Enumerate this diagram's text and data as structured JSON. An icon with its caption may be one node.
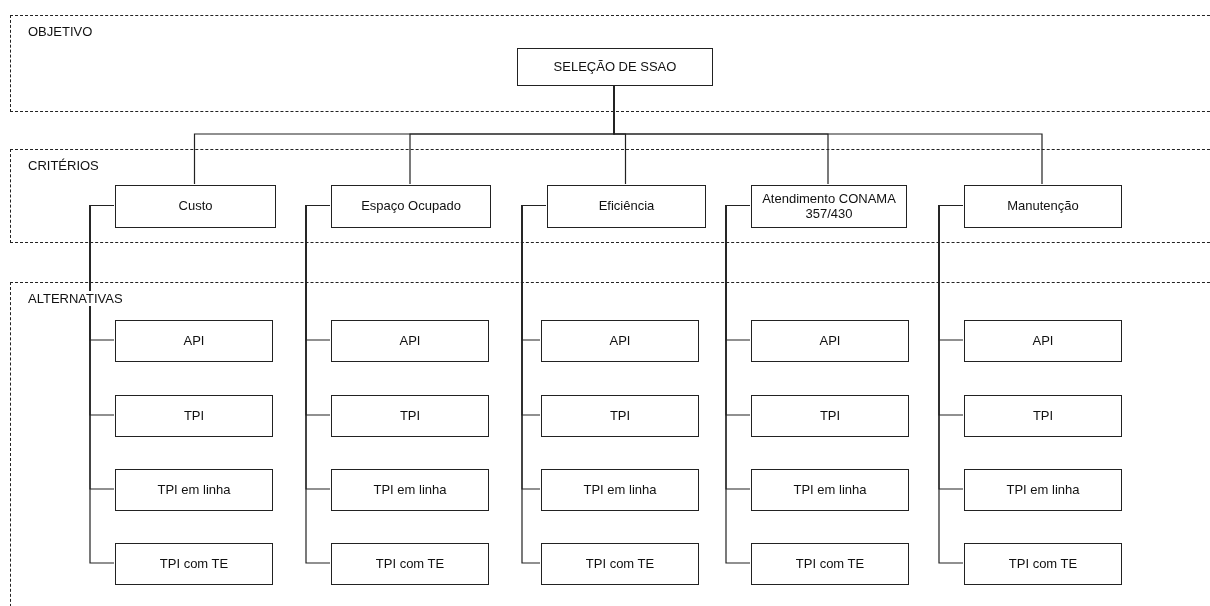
{
  "diagram": {
    "nodes": [
      {
        "text": [
          "OBJETIVO"
        ]
      },
      {
        "text": [
          "SELEÇÃO DE SSAO"
        ],
        "in": 0
      },
      {
        "text": [
          "CRITÉRIOS"
        ]
      },
      {
        "text": [
          "Custo"
        ],
        "in": 2
      },
      {
        "text": [
          "Espaço Ocupado"
        ],
        "in": 2
      },
      {
        "text": [
          "Eficiência"
        ],
        "in": 2
      },
      {
        "text": [
          "Atendimento CONAMA 357/430"
        ],
        "in": 2
      },
      {
        "text": [
          "Manutenção"
        ],
        "in": 2
      },
      {
        "text": [
          "ALTERNATIVAS"
        ]
      },
      {
        "text": [
          "API"
        ],
        "in": 8
      },
      {
        "text": [
          "API"
        ],
        "in": 8
      },
      {
        "text": [
          "API"
        ],
        "in": 8
      },
      {
        "text": [
          "API"
        ],
        "in": 8
      },
      {
        "text": [
          "API"
        ],
        "in": 8
      },
      {
        "text": [
          "TPI"
        ],
        "in": 8
      },
      {
        "text": [
          "TPI"
        ],
        "in": 8
      },
      {
        "text": [
          "TPI"
        ],
        "in": 8
      },
      {
        "text": [
          "TPI"
        ],
        "in": 8
      },
      {
        "text": [
          "TPI"
        ],
        "in": 8
      },
      {
        "text": [
          "TPI em linha"
        ],
        "in": 8
      },
      {
        "text": [
          "TPI em linha"
        ],
        "in": 8
      },
      {
        "text": [
          "TPI em linha"
        ],
        "in": 8
      },
      {
        "text": [
          "TPI em linha"
        ],
        "in": 8
      },
      {
        "text": [
          "TPI em linha"
        ],
        "in": 8
      },
      {
        "text": [
          "TPI com TE"
        ],
        "in": 8
      },
      {
        "text": [
          "TPI com TE"
        ],
        "in": 8
      },
      {
        "text": [
          "TPI com TE"
        ],
        "in": 8
      },
      {
        "text": [
          "TPI com TE"
        ],
        "in": 8
      },
      {
        "text": [
          "TPI com TE"
        ],
        "in": 8
      }
    ],
    "edges": [
      {
        "from": 1,
        "to": 3,
        "arrow": "none"
      },
      {
        "from": 1,
        "to": 4,
        "arrow": "none"
      },
      {
        "from": 1,
        "to": 5,
        "arrow": "none"
      },
      {
        "from": 1,
        "to": 6,
        "arrow": "none"
      },
      {
        "from": 1,
        "to": 7,
        "arrow": "none"
      },
      {
        "from": 3,
        "to": 9,
        "arrow": "none"
      },
      {
        "from": 3,
        "to": 14,
        "arrow": "none"
      },
      {
        "from": 3,
        "to": 19,
        "arrow": "none"
      },
      {
        "from": 3,
        "to": 24,
        "arrow": "none"
      },
      {
        "from": 4,
        "to": 10,
        "arrow": "none"
      },
      {
        "from": 4,
        "to": 15,
        "arrow": "none"
      },
      {
        "from": 4,
        "to": 20,
        "arrow": "none"
      },
      {
        "from": 4,
        "to": 25,
        "arrow": "none"
      },
      {
        "from": 5,
        "to": 11,
        "arrow": "none"
      },
      {
        "from": 5,
        "to": 16,
        "arrow": "none"
      },
      {
        "from": 5,
        "to": 21,
        "arrow": "none"
      },
      {
        "from": 5,
        "to": 26,
        "arrow": "none"
      },
      {
        "from": 6,
        "to": 12,
        "arrow": "none"
      },
      {
        "from": 6,
        "to": 17,
        "arrow": "none"
      },
      {
        "from": 6,
        "to": 22,
        "arrow": "none"
      },
      {
        "from": 6,
        "to": 27,
        "arrow": "none"
      },
      {
        "from": 7,
        "to": 13,
        "arrow": "none"
      },
      {
        "from": 7,
        "to": 18,
        "arrow": "none"
      },
      {
        "from": 7,
        "to": 23,
        "arrow": "none"
      },
      {
        "from": 7,
        "to": 28,
        "arrow": "none"
      }
    ]
  }
}
